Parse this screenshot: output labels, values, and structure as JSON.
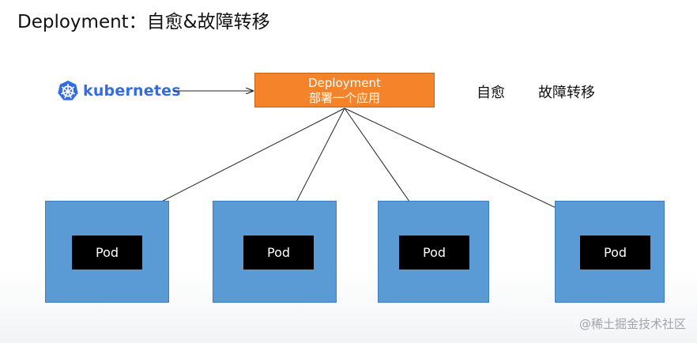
{
  "title": "Deployment：自愈&故障转移",
  "kubernetes_logo": {
    "text": "kubernetes",
    "brand_color": "#326ce5",
    "icon": "helm-wheel-icon"
  },
  "deployment": {
    "title": "Deployment",
    "subtitle": "部署一个应用",
    "color": "#f5832a"
  },
  "labels": {
    "self_heal": "自愈",
    "failover": "故障转移"
  },
  "nodes": [
    {
      "pod_label": "Pod"
    },
    {
      "pod_label": "Pod"
    },
    {
      "pod_label": "Pod"
    },
    {
      "pod_label": "Pod"
    }
  ],
  "colors": {
    "node": "#5b9bd5",
    "pod": "#000000"
  },
  "watermark": "@稀土掘金技术社区"
}
